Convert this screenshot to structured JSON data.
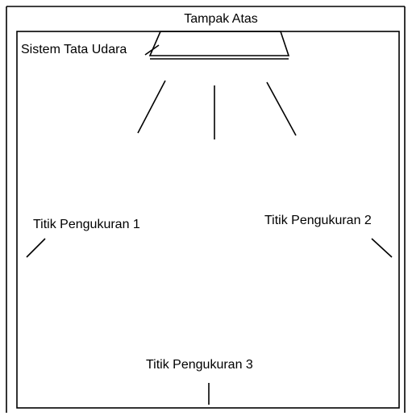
{
  "title": "Tampak Atas",
  "ac_label": "Sistem Tata Udara",
  "points": [
    {
      "label": "Titik Pengukuran 1"
    },
    {
      "label": "Titik Pengukuran 2"
    },
    {
      "label": "Titik Pengukuran 3"
    }
  ],
  "colors": {
    "line": "#000000",
    "background": "#ffffff"
  }
}
